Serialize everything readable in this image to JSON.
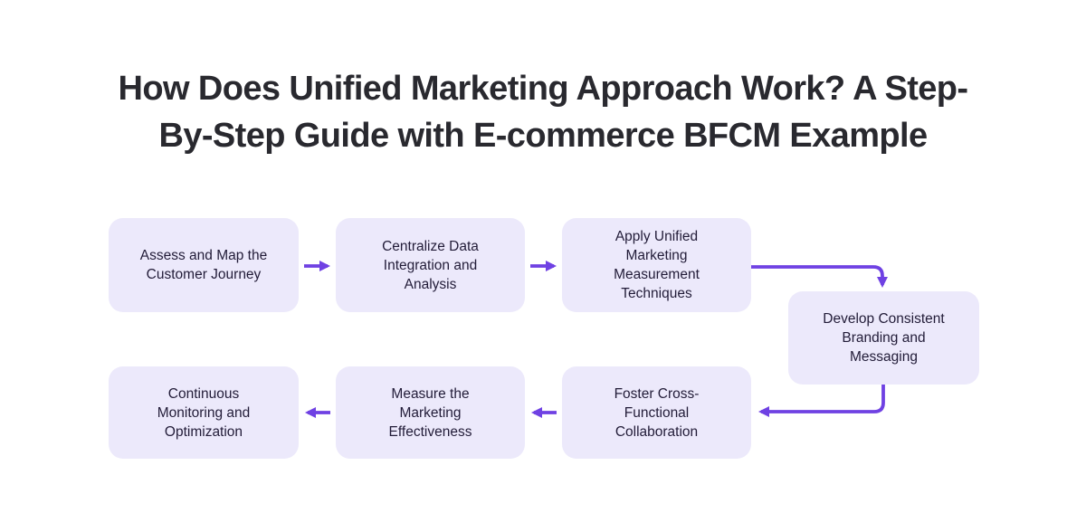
{
  "title": "How Does Unified Marketing Approach Work? A Step-\nBy-Step Guide with E-commerce BFCM Example",
  "colors": {
    "bg": "#ffffff",
    "box-fill": "#ECE9FB",
    "box-text": "#221C38",
    "arrow": "#6F41E3",
    "title-text": "#29292F"
  },
  "flow": {
    "nodes": [
      {
        "id": 1,
        "label": "Assess and Map the\nCustomer Journey"
      },
      {
        "id": 2,
        "label": "Centralize Data\nIntegration and\nAnalysis"
      },
      {
        "id": 3,
        "label": "Apply Unified\nMarketing\nMeasurement\nTechniques"
      },
      {
        "id": 4,
        "label": "Develop Consistent\nBranding and\nMessaging"
      },
      {
        "id": 5,
        "label": "Foster Cross-\nFunctional\nCollaboration"
      },
      {
        "id": 6,
        "label": "Measure the\nMarketing\nEffectiveness"
      },
      {
        "id": 7,
        "label": "Continuous\nMonitoring and\nOptimization"
      }
    ],
    "connections": [
      {
        "from": 1,
        "to": 2
      },
      {
        "from": 2,
        "to": 3
      },
      {
        "from": 3,
        "to": 4
      },
      {
        "from": 4,
        "to": 5
      },
      {
        "from": 5,
        "to": 6
      },
      {
        "from": 6,
        "to": 7
      }
    ]
  }
}
